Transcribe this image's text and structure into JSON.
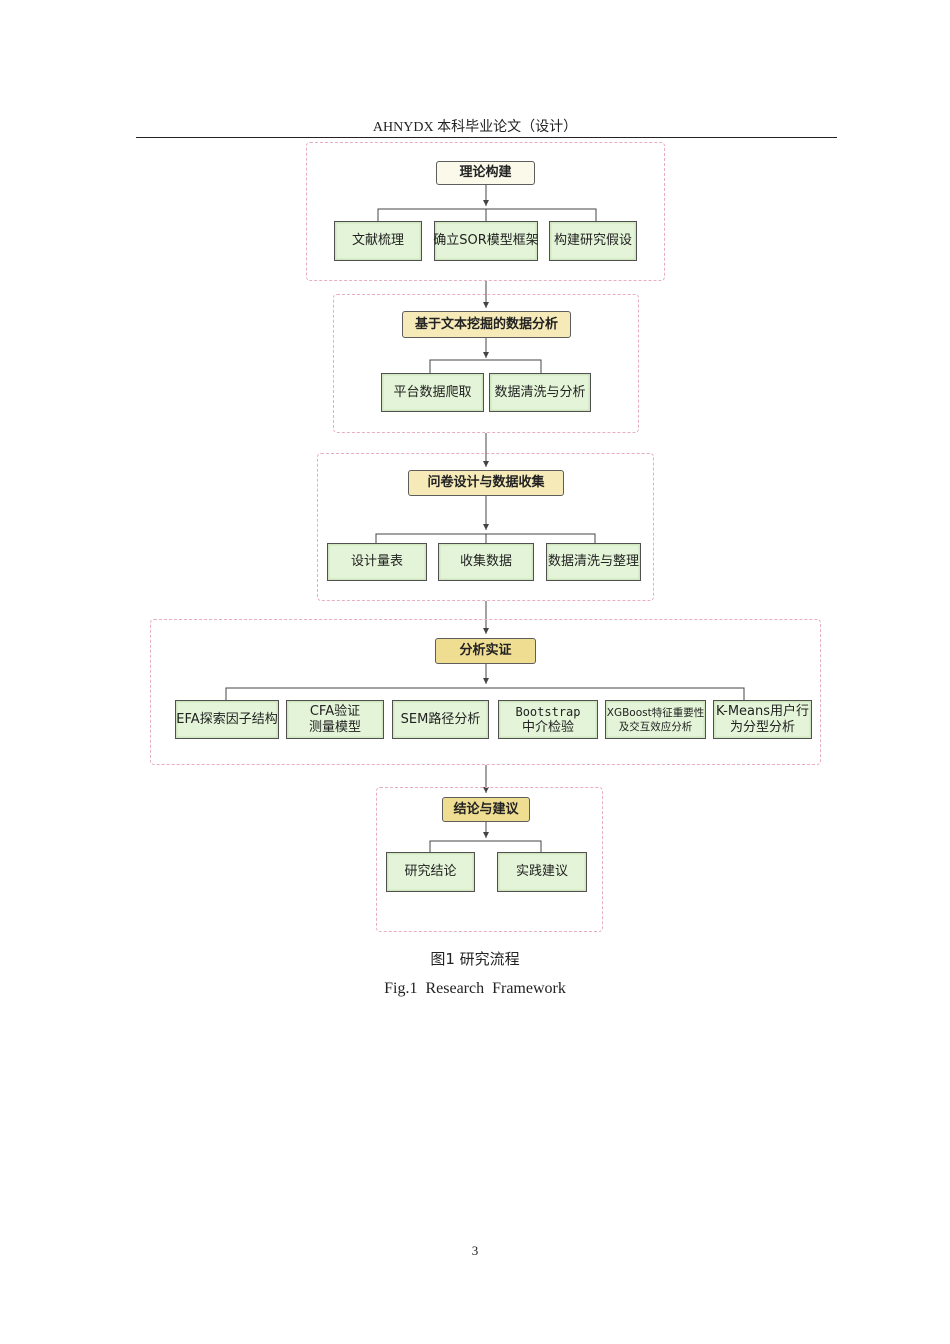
{
  "header": {
    "title": "AHNYDX 本科毕业论文（设计）"
  },
  "diagram": {
    "stages": [
      {
        "title": "理论构建",
        "items": [
          "文献梳理",
          "确立SOR模型框架",
          "构建研究假设"
        ]
      },
      {
        "title": "基于文本挖掘的数据分析",
        "items": [
          "平台数据爬取",
          "数据清洗与分析"
        ]
      },
      {
        "title": "问卷设计与数据收集",
        "items": [
          "设计量表",
          "收集数据",
          "数据清洗与整理"
        ]
      },
      {
        "title": "分析实证",
        "items": [
          {
            "line1": "EFA探索因子结构"
          },
          {
            "line1": "CFA验证",
            "line2": "测量模型"
          },
          {
            "line1": "SEM路径分析"
          },
          {
            "line1": "Bootstrap",
            "line2": "中介检验"
          },
          {
            "line1": "XGBoost特征重要性",
            "line2": "及交互效应分析"
          },
          {
            "line1": "K-Means用户行",
            "line2": "为分型分析"
          }
        ]
      },
      {
        "title": "结论与建议",
        "items": [
          "研究结论",
          "实践建议"
        ]
      }
    ]
  },
  "caption": {
    "cn": "图1  研究流程",
    "en": "Fig.1  Research  Framework"
  },
  "page_number": "3",
  "colors": {
    "leaf_fill": "#e4f4d8",
    "section_border": "#e8aec0",
    "title_fill": "#f6ebb8"
  }
}
